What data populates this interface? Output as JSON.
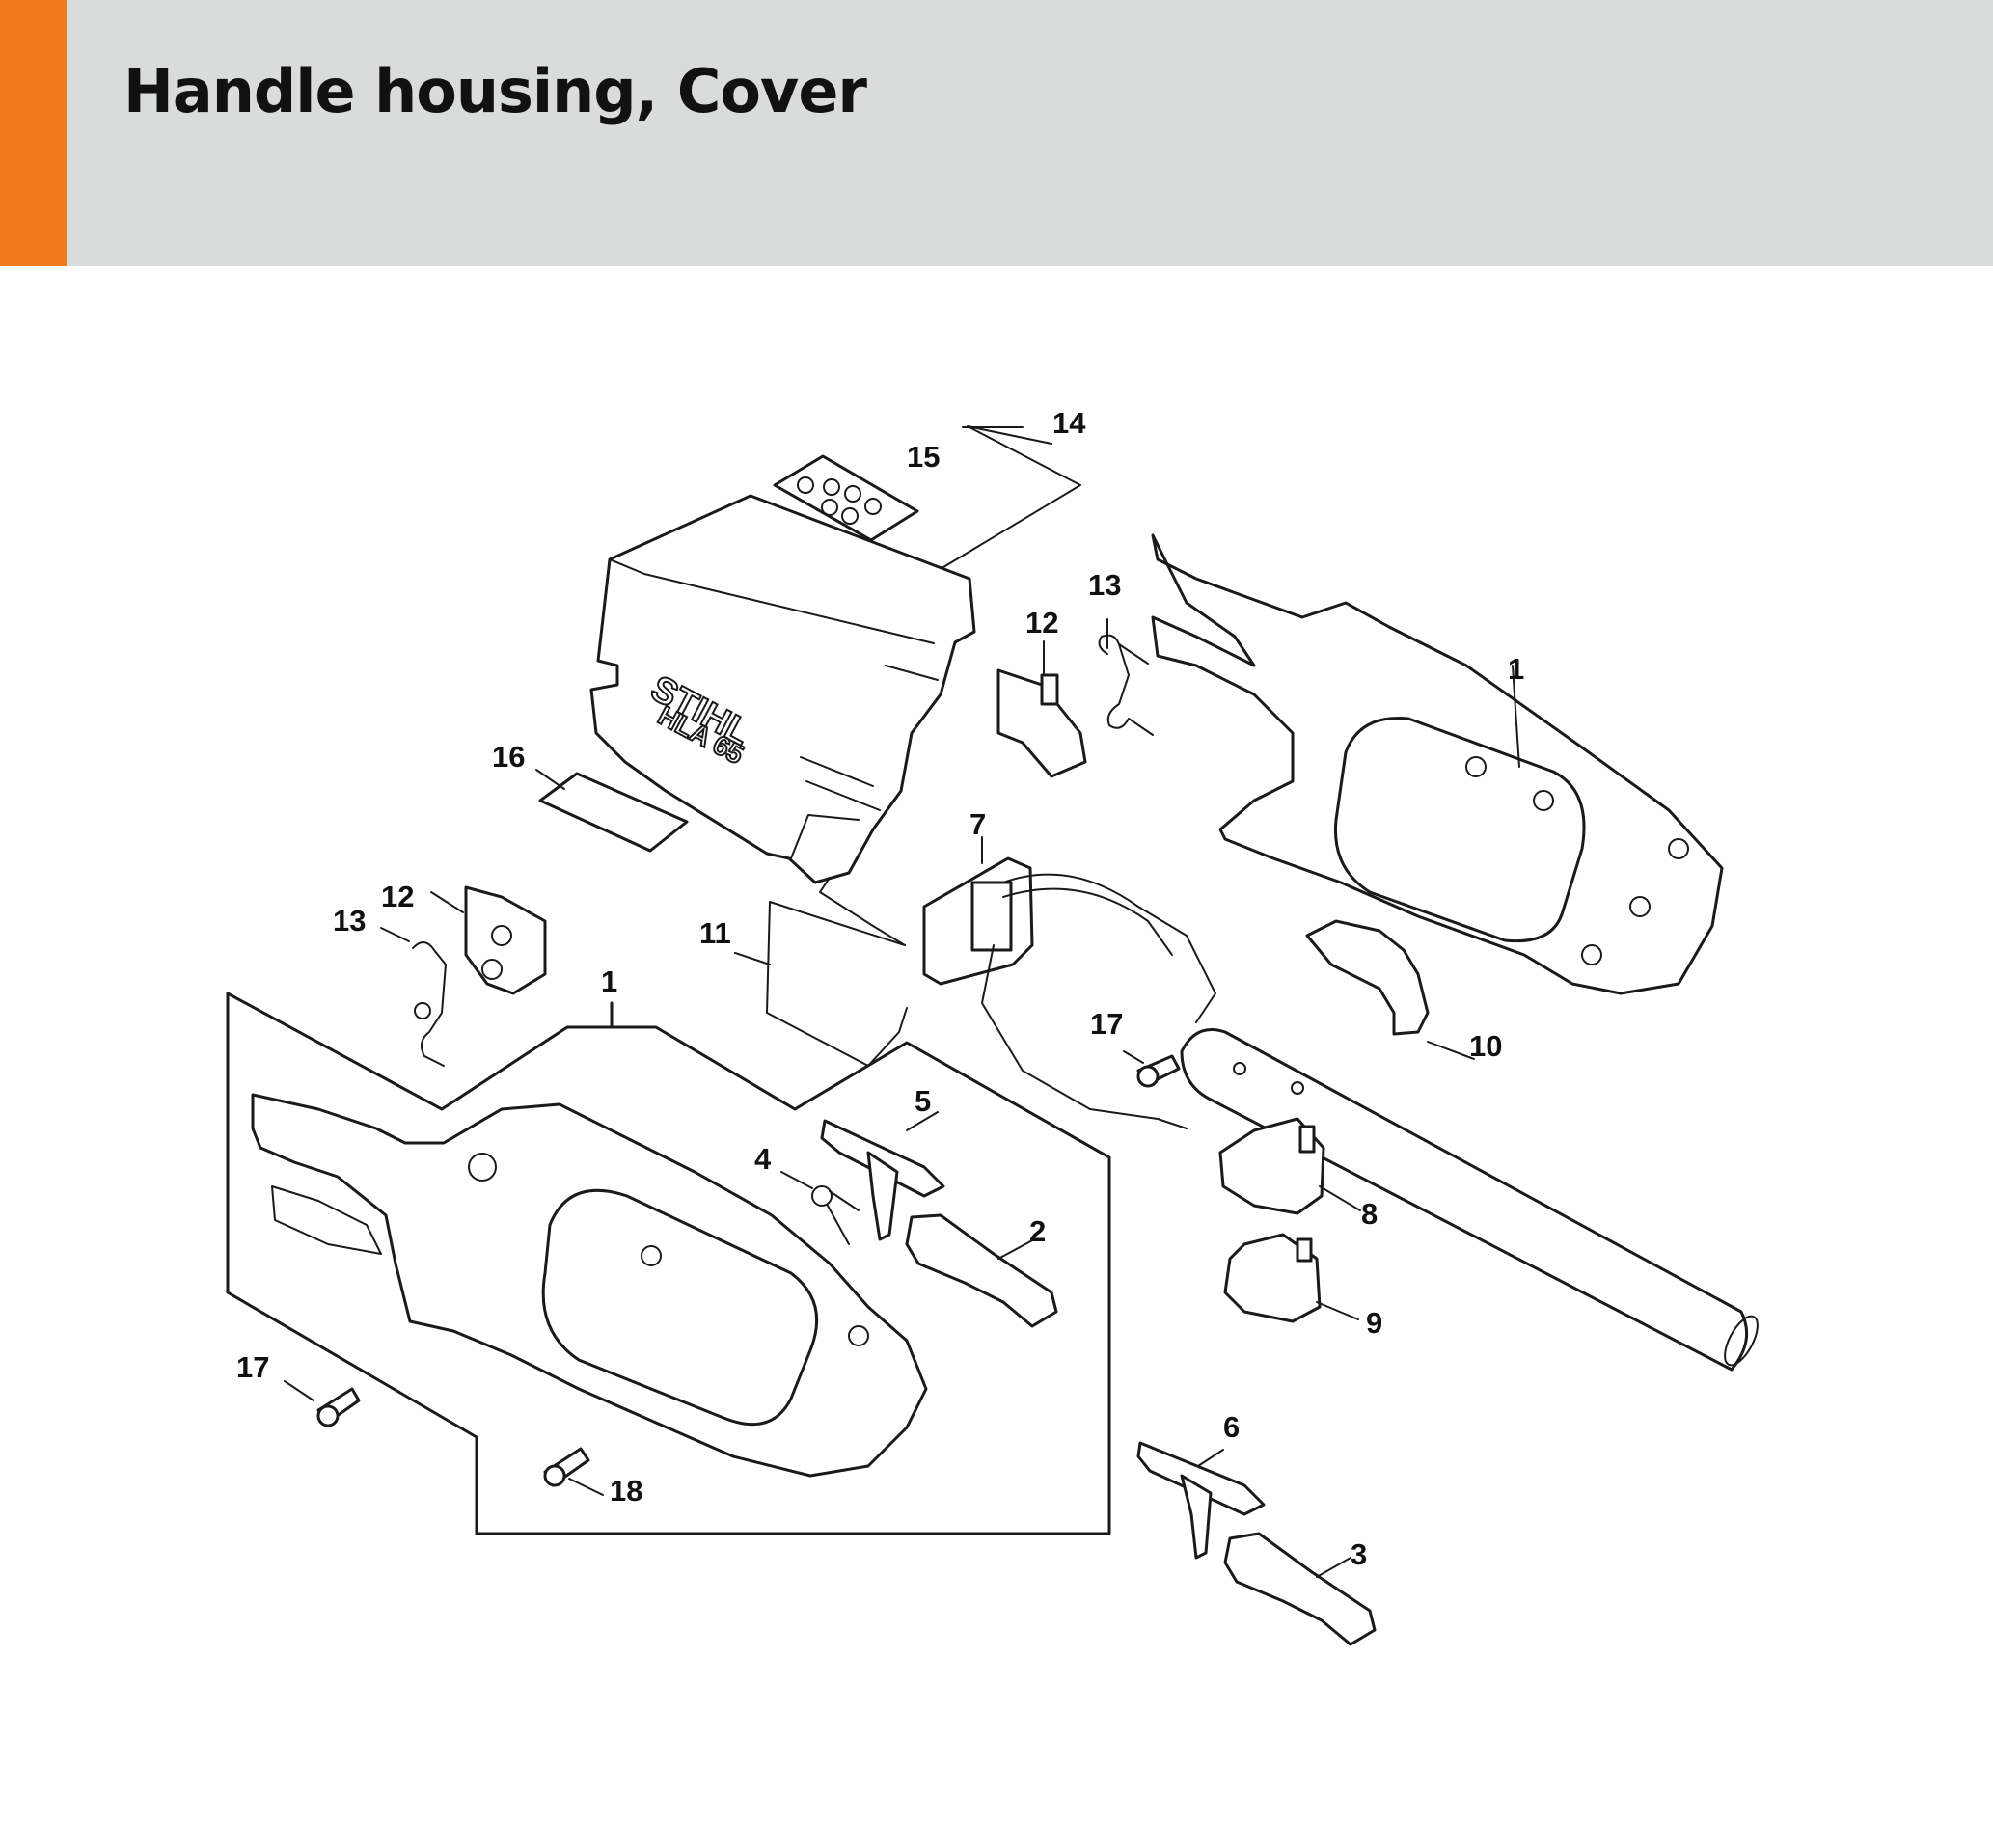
{
  "header": {
    "title": "Handle housing, Cover",
    "accent_color": "#f07b1a",
    "background_color": "#dadcdb"
  },
  "cover_branding": {
    "brand": "STIHL",
    "model": "HLA 65"
  },
  "callouts": [
    {
      "id": "c14",
      "label": "14"
    },
    {
      "id": "c15",
      "label": "15"
    },
    {
      "id": "c13a",
      "label": "13"
    },
    {
      "id": "c12a",
      "label": "12"
    },
    {
      "id": "c1a",
      "label": "1"
    },
    {
      "id": "c16",
      "label": "16"
    },
    {
      "id": "c7",
      "label": "7"
    },
    {
      "id": "c12b",
      "label": "12"
    },
    {
      "id": "c13b",
      "label": "13"
    },
    {
      "id": "c11",
      "label": "11"
    },
    {
      "id": "c1b",
      "label": "1"
    },
    {
      "id": "c17a",
      "label": "17"
    },
    {
      "id": "c10",
      "label": "10"
    },
    {
      "id": "c5",
      "label": "5"
    },
    {
      "id": "c4",
      "label": "4"
    },
    {
      "id": "c2",
      "label": "2"
    },
    {
      "id": "c8",
      "label": "8"
    },
    {
      "id": "c9",
      "label": "9"
    },
    {
      "id": "c17b",
      "label": "17"
    },
    {
      "id": "c18",
      "label": "18"
    },
    {
      "id": "c6",
      "label": "6"
    },
    {
      "id": "c3",
      "label": "3"
    }
  ]
}
